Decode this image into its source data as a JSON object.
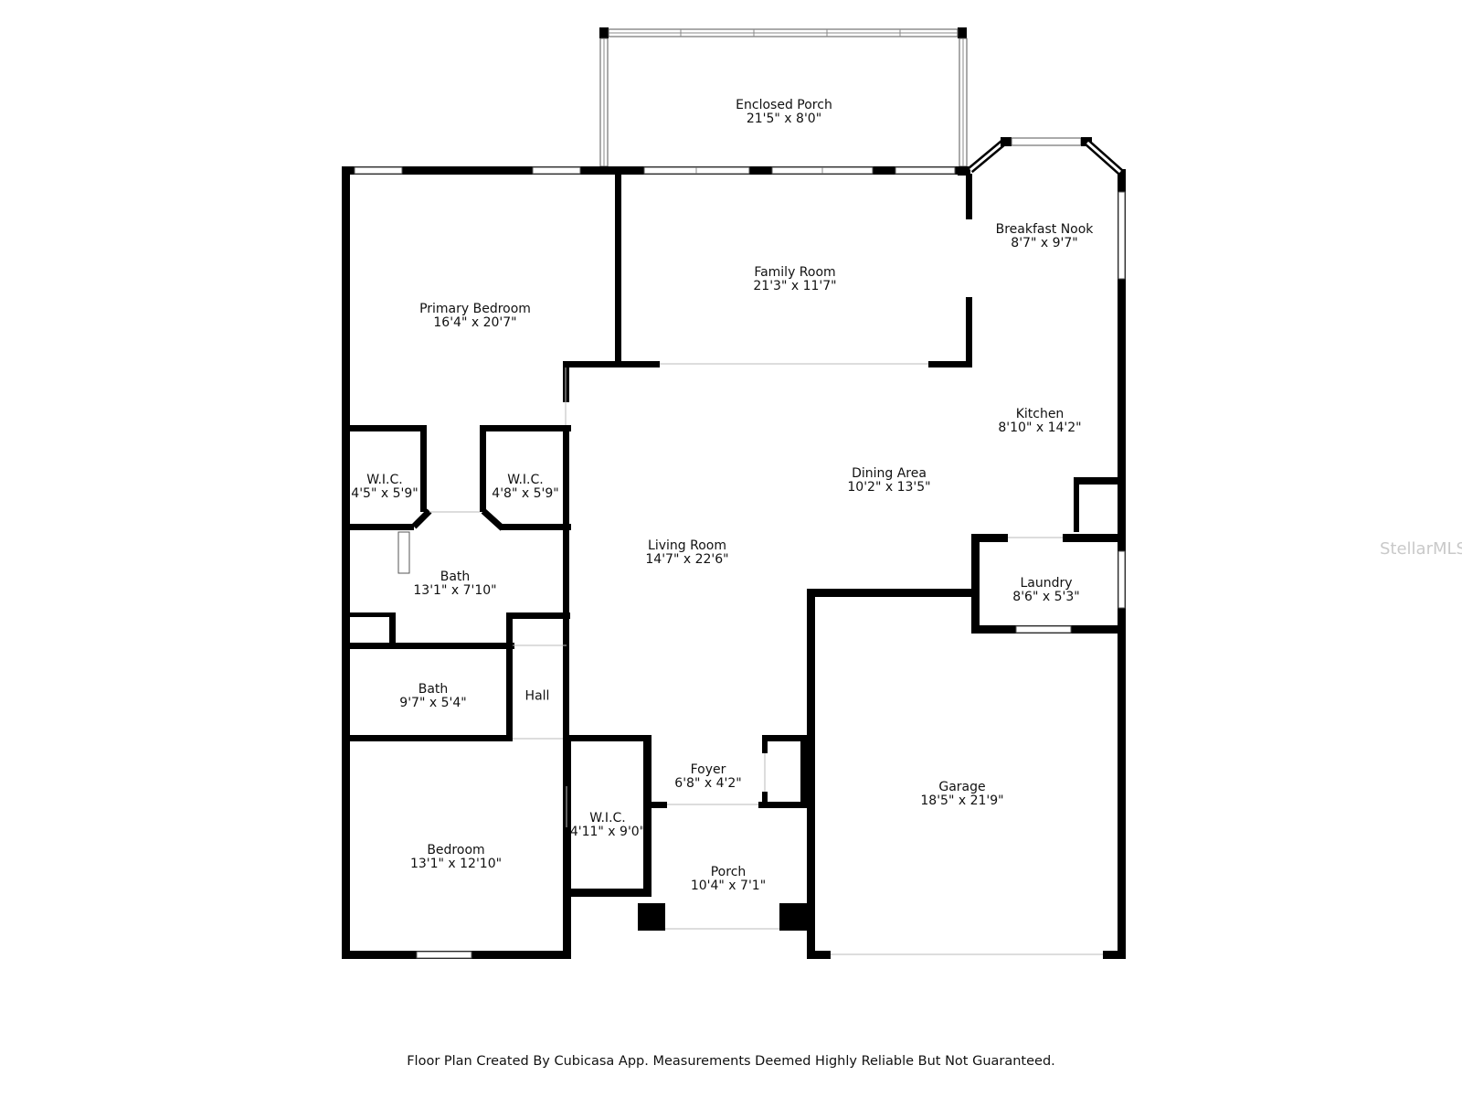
{
  "rooms": [
    {
      "key": "enclosed_porch",
      "name": "Enclosed Porch",
      "dims": "21'5\" x 8'0\""
    },
    {
      "key": "breakfast_nook",
      "name": "Breakfast Nook",
      "dims": "8'7\" x 9'7\""
    },
    {
      "key": "family_room",
      "name": "Family Room",
      "dims": "21'3\" x 11'7\""
    },
    {
      "key": "primary_bedroom",
      "name": "Primary Bedroom",
      "dims": "16'4\" x 20'7\""
    },
    {
      "key": "kitchen",
      "name": "Kitchen",
      "dims": "8'10\" x 14'2\""
    },
    {
      "key": "wic_1",
      "name": "W.I.C.",
      "dims": "4'5\" x 5'9\""
    },
    {
      "key": "wic_2",
      "name": "W.I.C.",
      "dims": "4'8\" x 5'9\""
    },
    {
      "key": "dining_area",
      "name": "Dining Area",
      "dims": "10'2\" x 13'5\""
    },
    {
      "key": "living_room",
      "name": "Living Room",
      "dims": "14'7\" x 22'6\""
    },
    {
      "key": "laundry",
      "name": "Laundry",
      "dims": "8'6\" x 5'3\""
    },
    {
      "key": "bath_1",
      "name": "Bath",
      "dims": "13'1\" x 7'10\""
    },
    {
      "key": "bath_2",
      "name": "Bath",
      "dims": "9'7\" x 5'4\""
    },
    {
      "key": "hall",
      "name": "Hall",
      "dims": ""
    },
    {
      "key": "foyer",
      "name": "Foyer",
      "dims": "6'8\" x 4'2\""
    },
    {
      "key": "garage",
      "name": "Garage",
      "dims": "18'5\" x 21'9\""
    },
    {
      "key": "wic_3",
      "name": "W.I.C.",
      "dims": "4'11\" x 9'0\""
    },
    {
      "key": "bedroom",
      "name": "Bedroom",
      "dims": "13'1\" x 12'10\""
    },
    {
      "key": "porch",
      "name": "Porch",
      "dims": "10'4\" x 7'1\""
    }
  ],
  "footer": "Floor Plan Created By Cubicasa App. Measurements Deemed Highly Reliable But Not Guaranteed.",
  "watermark": "StellarMLS",
  "colors": {
    "wall": "#000000",
    "background": "#ffffff",
    "watermark": "#c9c9c9"
  }
}
